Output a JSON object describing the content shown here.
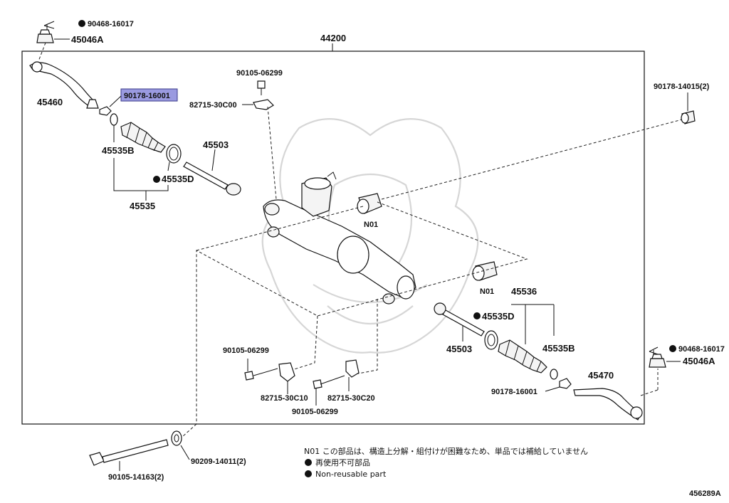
{
  "diagram_id": "456289A",
  "assembly_number": "44200",
  "parts": {
    "p_90468_top": "90468-16017",
    "p_45046A_top": "45046A",
    "p_45460": "45460",
    "p_90178_16001_top": "90178-16001",
    "p_45535B_top": "45535B",
    "p_45535D_top": "45535D",
    "p_45535_top": "45535",
    "p_45503_top": "45503",
    "p_90105_06299_top": "90105-06299",
    "p_82715_30C00": "82715-30C00",
    "p_90178_14015": "90178-14015(2)",
    "p_N01_top": "N01",
    "p_N01_bottom": "N01",
    "p_45536": "45536",
    "p_45535D_bottom": "45535D",
    "p_45503_bottom": "45503",
    "p_45535B_bottom": "45535B",
    "p_90105_06299_left": "90105-06299",
    "p_82715_30C10": "82715-30C10",
    "p_82715_30C20": "82715-30C20",
    "p_90105_06299_bottom": "90105-06299",
    "p_90178_16001_bottom": "90178-16001",
    "p_45470": "45470",
    "p_90468_right": "90468-16017",
    "p_45046A_right": "45046A",
    "p_90105_14163": "90105-14163(2)",
    "p_90209_14011": "90209-14011(2)"
  },
  "legend": {
    "n01_note": "N01 この部品は、構造上分解・組付けが困難なため、単品では補給していません",
    "nonreusable_jp": "再使用不可部品",
    "nonreusable_en": "Non-reusable part"
  }
}
